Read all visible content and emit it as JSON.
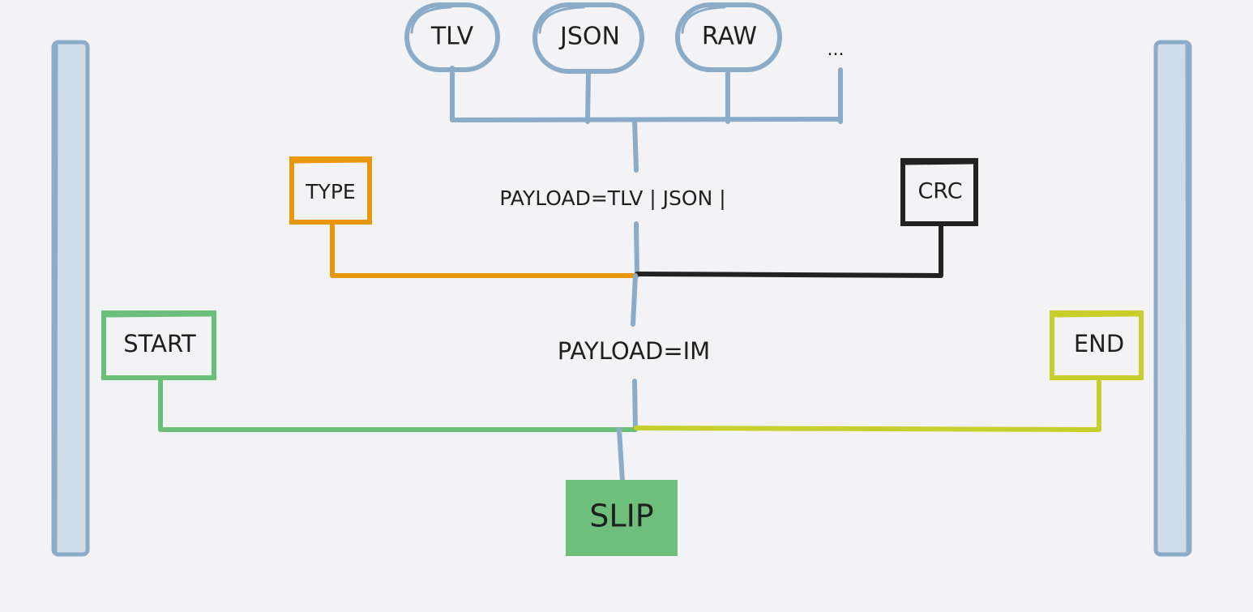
{
  "formats": {
    "tlv": "TLV",
    "json": "JSON",
    "raw": "RAW",
    "more": "..."
  },
  "payload_inner": "PAYLOAD=TLV | JSON |",
  "fields": {
    "type": "TYPE",
    "crc": "CRC",
    "start": "START",
    "end": "END"
  },
  "payload_outer": "PAYLOAD=IM",
  "root": "SLIP",
  "colors": {
    "background": "#f3f3f5",
    "blue": "#8aacc8",
    "blue_fill": "#cfdde9",
    "orange": "#e8960a",
    "black": "#222222",
    "green": "#6abf7a",
    "yellow_green": "#c8cf2c",
    "slip_fill": "#6dbf7b"
  }
}
